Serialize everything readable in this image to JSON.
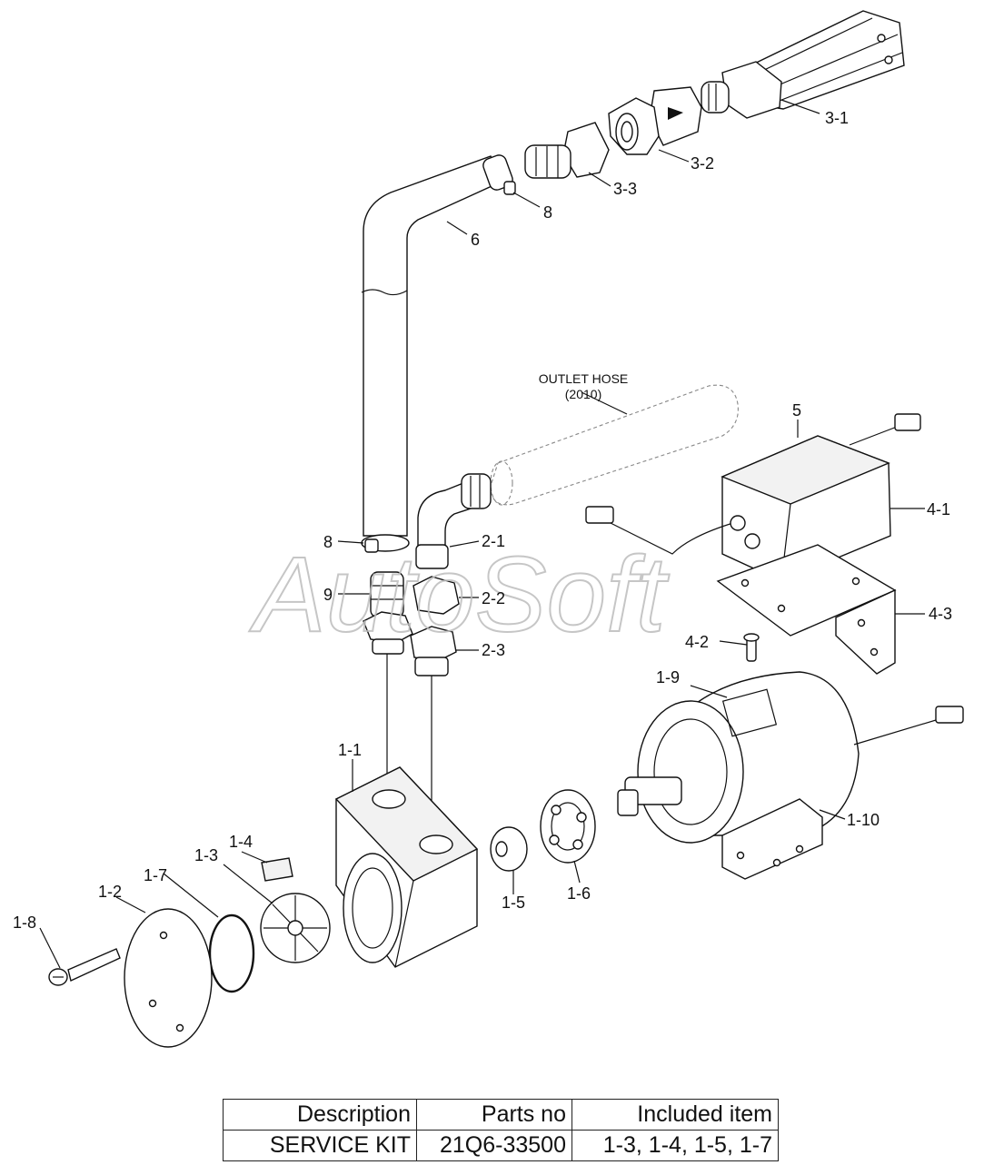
{
  "watermark": "AutoSoft",
  "outlet_hose": {
    "line1": "OUTLET HOSE",
    "line2": "(2010)"
  },
  "callouts": {
    "c_3_1": "3-1",
    "c_3_2": "3-2",
    "c_3_3": "3-3",
    "c_8_top": "8",
    "c_6": "6",
    "c_5": "5",
    "c_4_1": "4-1",
    "c_4_2": "4-2",
    "c_4_3": "4-3",
    "c_8_mid": "8",
    "c_9": "9",
    "c_2_1": "2-1",
    "c_2_2": "2-2",
    "c_2_3": "2-3",
    "c_1_1": "1-1",
    "c_1_2": "1-2",
    "c_1_3": "1-3",
    "c_1_4": "1-4",
    "c_1_5": "1-5",
    "c_1_6": "1-6",
    "c_1_7": "1-7",
    "c_1_8": "1-8",
    "c_1_9": "1-9",
    "c_1_10": "1-10"
  },
  "kit_table": {
    "headers": [
      "Description",
      "Parts no",
      "Included item"
    ],
    "rows": [
      [
        "SERVICE KIT",
        "21Q6-33500",
        "1-3, 1-4, 1-5, 1-7"
      ]
    ]
  }
}
